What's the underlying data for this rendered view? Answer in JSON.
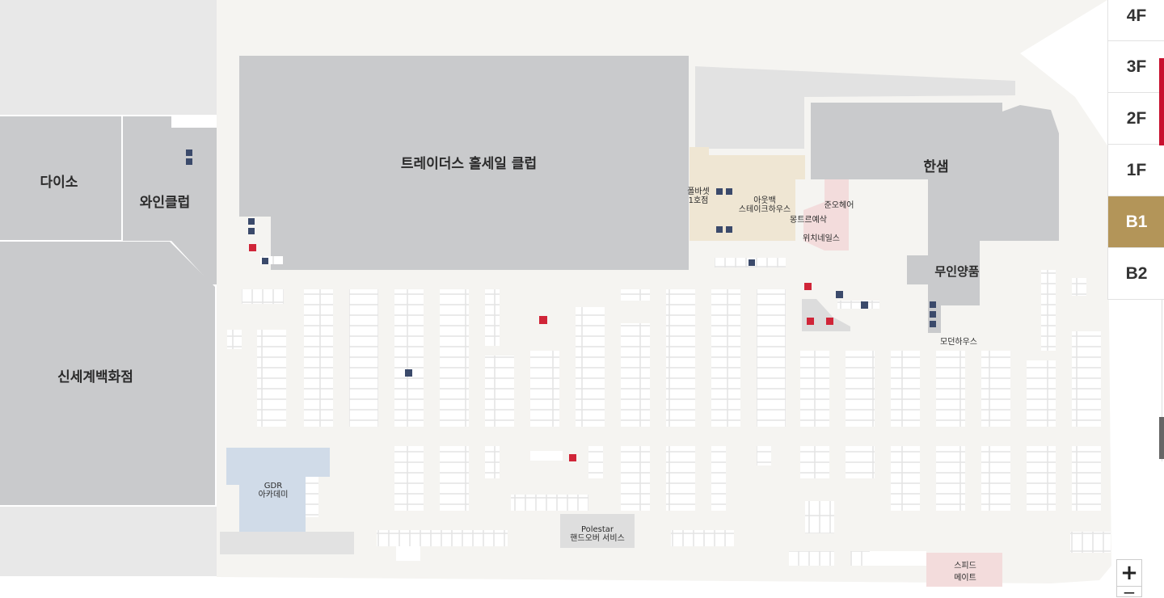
{
  "map": {
    "stores": {
      "daiso": "다이소",
      "wine_club": "와인클럽",
      "traders": "트레이더스 홀세일 클럽",
      "hanssem": "한샘",
      "muji": "무인양품",
      "shinsegae": "신세계백화점",
      "polbaset_line1": "폴바셋",
      "polbaset_line2": "1호점",
      "outback_line1": "아웃백",
      "outback_line2": "스테이크하우스",
      "juno_hair": "준오헤어",
      "mon_tresor": "몽트르예삭",
      "witch_nails": "위치네일스",
      "modern_house": "모던하우스",
      "gdr_line1": "GDR",
      "gdr_line2": "아카데미",
      "polestar_line1": "Polestar",
      "polestar_line2": "핸드오버 서비스",
      "speedmate_line1": "스피드",
      "speedmate_line2": "메이트"
    },
    "colors": {
      "outer": "#e8e8e8",
      "floor": "#f5f4f1",
      "store": "#c9cacc",
      "store_light": "#dedede",
      "food": "#efe6d3",
      "beauty": "#f3dcdc",
      "academy": "#d0dbe8",
      "active_floor": "#b39559",
      "accent": "#c8102e"
    },
    "icons": [
      "elevator-icon",
      "escalator-icon",
      "restroom-icon",
      "accessible-parking-icon",
      "parking-icon",
      "nursing-room-icon"
    ]
  },
  "floors": {
    "items": [
      "4F",
      "3F",
      "2F",
      "1F",
      "B1",
      "B2"
    ],
    "active": "B1"
  },
  "zoom": {
    "in": "+",
    "out": "−"
  }
}
